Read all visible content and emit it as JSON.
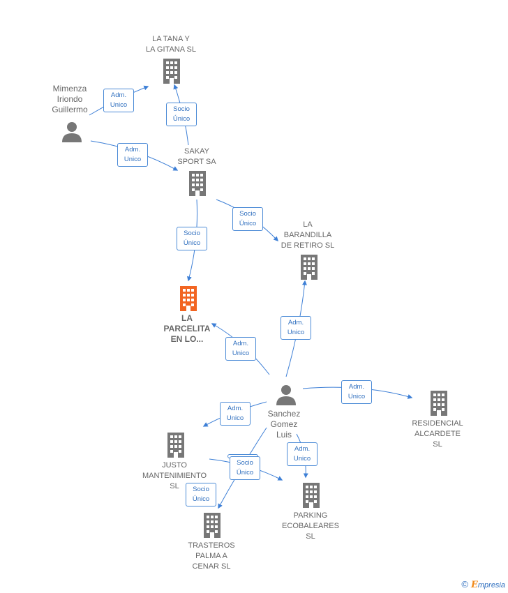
{
  "nodes": {
    "la_tana": {
      "lines": [
        "LA TANA Y",
        "LA GITANA  SL"
      ],
      "kind": "company"
    },
    "mimenza": {
      "lines": [
        "Mimenza",
        "Iriondo",
        "Guillermo"
      ],
      "kind": "person"
    },
    "sakay": {
      "lines": [
        "SAKAY",
        "SPORT SA"
      ],
      "kind": "company"
    },
    "la_barandilla": {
      "lines": [
        "LA",
        "BARANDILLA",
        "DE RETIRO  SL"
      ],
      "kind": "company"
    },
    "la_parcelita": {
      "lines": [
        "LA",
        "PARCELITA",
        "EN LO..."
      ],
      "kind": "focus"
    },
    "sanchez": {
      "lines": [
        "Sanchez",
        "Gomez",
        "Luis"
      ],
      "kind": "person"
    },
    "residencial": {
      "lines": [
        "RESIDENCIAL",
        "ALCARDETE",
        "SL"
      ],
      "kind": "company"
    },
    "justo": {
      "lines": [
        "JUSTO",
        "MANTENIMIENTO",
        "SL"
      ],
      "kind": "company"
    },
    "parking": {
      "lines": [
        "PARKING",
        "ECOBALEARES",
        "SL"
      ],
      "kind": "company"
    },
    "trasteros": {
      "lines": [
        "TRASTEROS",
        "PALMA A",
        "CENAR  SL"
      ],
      "kind": "company"
    }
  },
  "roles": {
    "mimenza_latana": [
      "Adm.",
      "Unico"
    ],
    "sakay_latana": [
      "Socio",
      "Único"
    ],
    "mimenza_sakay": [
      "Adm.",
      "Unico"
    ],
    "sakay_barandilla": [
      "Socio",
      "Único"
    ],
    "sakay_parcelita": [
      "Socio",
      "Único"
    ],
    "sanchez_barandilla": [
      "Adm.",
      "Unico"
    ],
    "sanchez_parcelita": [
      "Adm.",
      "Unico"
    ],
    "sanchez_residencial": [
      "Adm.",
      "Unico"
    ],
    "sanchez_justo": [
      "Adm.",
      "Unico"
    ],
    "sanchez_parking": [
      "Adm.",
      "Unico"
    ],
    "justo_parking": [
      "Socio",
      "Único"
    ],
    "sanchez_trasteros": [
      "Socio",
      "Único"
    ]
  },
  "colors": {
    "company": "#777777",
    "focus": "#f26522",
    "person": "#777777",
    "edge": "#3d7fd6",
    "role_text": "#2f6fbf"
  },
  "footer": {
    "copyright": "©",
    "brand_first": "E",
    "brand_rest": "mpresia"
  }
}
